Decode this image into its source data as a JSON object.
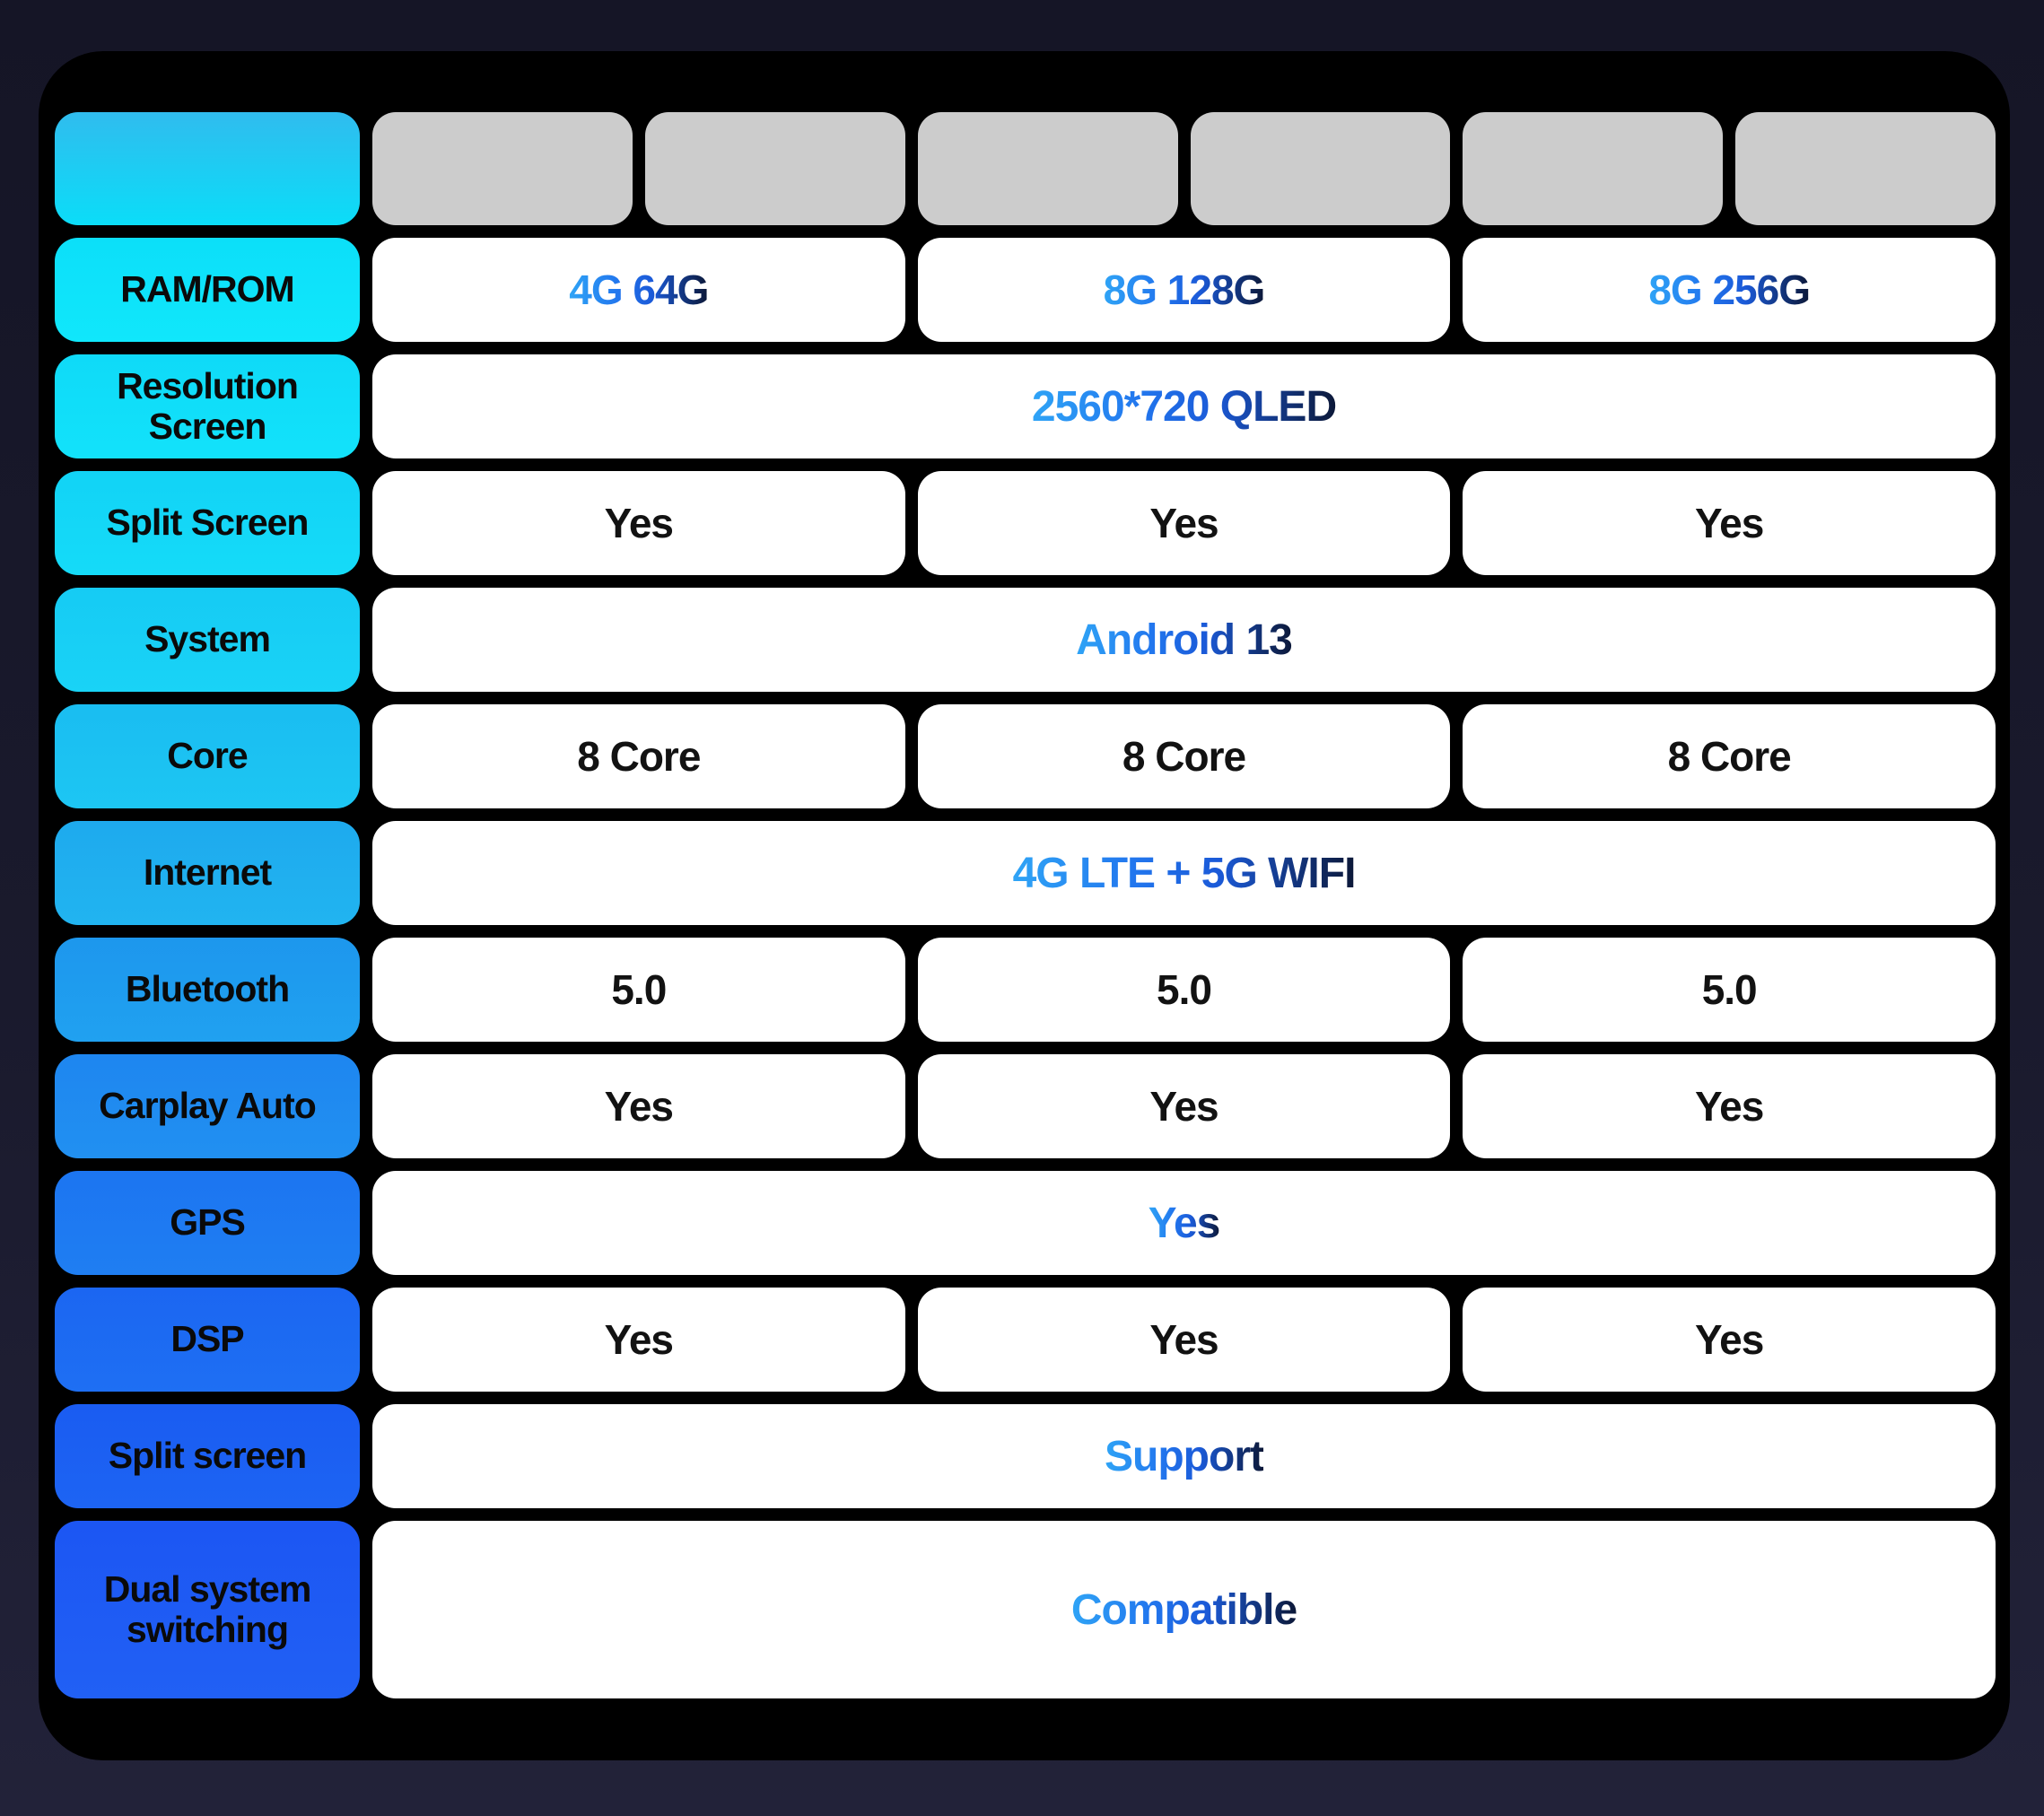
{
  "page": {
    "background": "linear-gradient(180deg, #151526 0%, #1a1a2d 55%, #222239 100%)",
    "panel_color": "#000000"
  },
  "colors": {
    "gray_header_cell": "#cccccc",
    "white_cell": "#ffffff",
    "label_text": "#0a0a0a",
    "value_text_dark": "#121212",
    "value_text_gradient": "linear-gradient(90deg, #2fa4f6 0%, #2277ee 35%, #1b5ad8 60%, #0c1838 100%)"
  },
  "header": {
    "corner_gradient": "linear-gradient(180deg, #30bcee 0%, #0bddf8 100%)",
    "blank_column_headers": 6
  },
  "rows": [
    {
      "label": "RAM/ROM",
      "label_gradient": "linear-gradient(180deg, #0cdff9, #10e7fb)",
      "merged": false,
      "values": [
        "4G 64G",
        "8G 128G",
        "8G 256G"
      ],
      "value_style": "gradient"
    },
    {
      "label": "Resolution Screen",
      "label_gradient": "linear-gradient(180deg, #0fdaf8, #12e2fa)",
      "merged": true,
      "value": "2560*720 QLED",
      "value_style": "gradient"
    },
    {
      "label": "Split Screen",
      "label_gradient": "linear-gradient(180deg, #12d3f6, #15dbf8)",
      "merged": false,
      "values": [
        "Yes",
        "Yes",
        "Yes"
      ],
      "value_style": "dark"
    },
    {
      "label": "System",
      "label_gradient": "linear-gradient(180deg, #16cbf4, #19d3f6)",
      "merged": true,
      "value": "Android 13",
      "value_style": "gradient"
    },
    {
      "label": "Core",
      "label_gradient": "linear-gradient(180deg, #1abdf1, #1dc6f3)",
      "merged": false,
      "values": [
        "8 Core",
        "8 Core",
        "8 Core"
      ],
      "value_style": "dark"
    },
    {
      "label": "Internet",
      "label_gradient": "linear-gradient(180deg, #1eaaee, #21b4f0)",
      "merged": true,
      "value": "4G LTE + 5G WIFI",
      "value_style": "gradient"
    },
    {
      "label": "Bluetooth",
      "label_gradient": "linear-gradient(180deg, #1d97ed, #20a1f0)",
      "merged": false,
      "values": [
        "5.0",
        "5.0",
        "5.0"
      ],
      "value_style": "dark"
    },
    {
      "label": "Carplay Auto",
      "label_gradient": "linear-gradient(180deg, #1e86f0, #2190f1)",
      "merged": false,
      "values": [
        "Yes",
        "Yes",
        "Yes"
      ],
      "value_style": "dark"
    },
    {
      "label": "GPS",
      "label_gradient": "linear-gradient(180deg, #1c75f1, #1f7ef2)",
      "merged": true,
      "value": "Yes",
      "value_style": "gradient"
    },
    {
      "label": "DSP",
      "label_gradient": "linear-gradient(180deg, #1b66f2, #1e6ff3)",
      "merged": false,
      "values": [
        "Yes",
        "Yes",
        "Yes"
      ],
      "value_style": "dark"
    },
    {
      "label": "Split screen",
      "label_gradient": "linear-gradient(180deg, #1a5cf2, #1d64f3)",
      "merged": true,
      "value": "Support",
      "value_style": "gradient"
    },
    {
      "label": "Dual system switching",
      "label_gradient": "linear-gradient(180deg, #1c56f3, #2160f4)",
      "merged": true,
      "value": "Compatible",
      "value_style": "gradient"
    }
  ],
  "chart_data": {
    "type": "table",
    "columns": [
      "",
      "",
      "",
      ""
    ],
    "note": "Top row contains 6 blank gray header cells; merged rows apply to all three product variants",
    "rows": [
      {
        "feature": "RAM/ROM",
        "values": [
          "4G 64G",
          "8G 128G",
          "8G 256G"
        ]
      },
      {
        "feature": "Resolution Screen",
        "values": [
          "2560*720 QLED"
        ],
        "merged": true
      },
      {
        "feature": "Split Screen",
        "values": [
          "Yes",
          "Yes",
          "Yes"
        ]
      },
      {
        "feature": "System",
        "values": [
          "Android 13"
        ],
        "merged": true
      },
      {
        "feature": "Core",
        "values": [
          "8 Core",
          "8 Core",
          "8 Core"
        ]
      },
      {
        "feature": "Internet",
        "values": [
          "4G LTE + 5G WIFI"
        ],
        "merged": true
      },
      {
        "feature": "Bluetooth",
        "values": [
          "5.0",
          "5.0",
          "5.0"
        ]
      },
      {
        "feature": "Carplay Auto",
        "values": [
          "Yes",
          "Yes",
          "Yes"
        ]
      },
      {
        "feature": "GPS",
        "values": [
          "Yes"
        ],
        "merged": true
      },
      {
        "feature": "DSP",
        "values": [
          "Yes",
          "Yes",
          "Yes"
        ]
      },
      {
        "feature": "Split screen",
        "values": [
          "Support"
        ],
        "merged": true
      },
      {
        "feature": "Dual system switching",
        "values": [
          "Compatible"
        ],
        "merged": true
      }
    ]
  }
}
